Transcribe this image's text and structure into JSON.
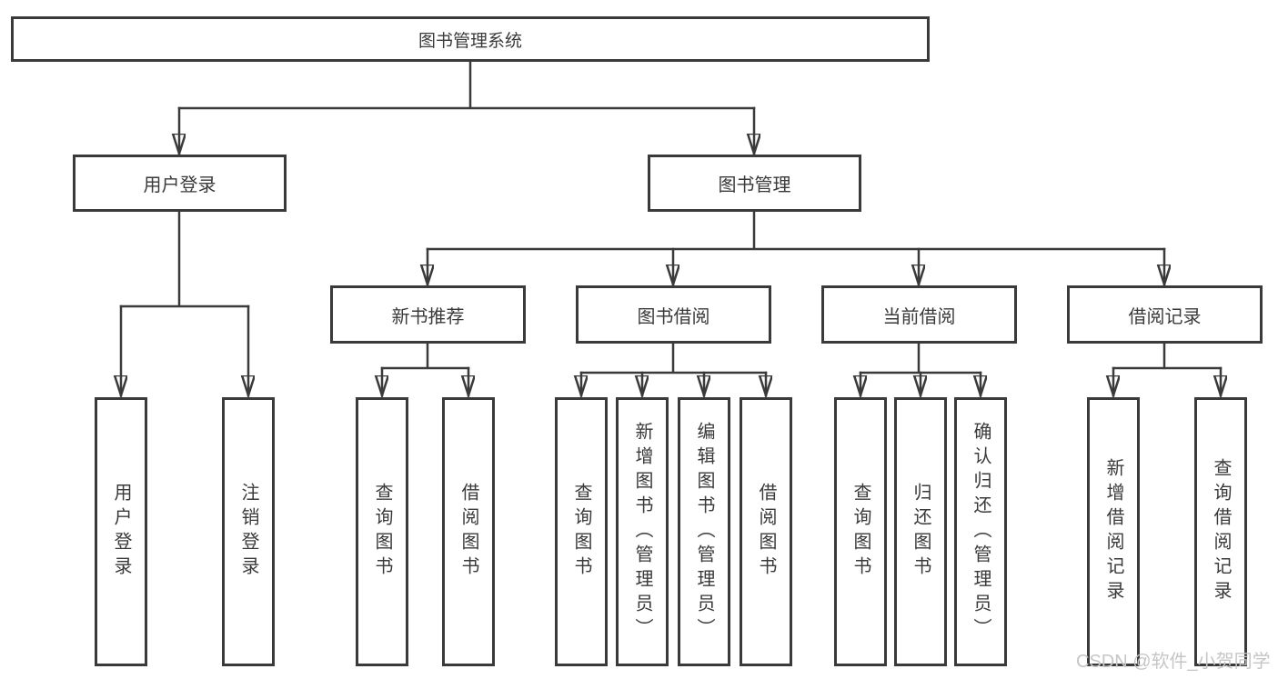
{
  "colors": {
    "line": "#3a3a3a",
    "text": "#3a3a3a",
    "watermark": "#c6c6c6",
    "bg": "#ffffff"
  },
  "root": {
    "label": "图书管理系统"
  },
  "level2": {
    "user_login": {
      "label": "用户登录"
    },
    "book_management": {
      "label": "图书管理"
    }
  },
  "level3": {
    "new_book": {
      "label": "新书推荐"
    },
    "book_borrow": {
      "label": "图书借阅"
    },
    "current_borrow": {
      "label": "当前借阅"
    },
    "borrow_records": {
      "label": "借阅记录"
    }
  },
  "leaves": {
    "user_login": [
      "用户登录",
      "注销登录"
    ],
    "new_book": [
      "查询图书",
      "借阅图书"
    ],
    "book_borrow": [
      "查询图书",
      "新增图书（管理员）",
      "编辑图书（管理员）",
      "借阅图书"
    ],
    "current_borrow": [
      "查询图书",
      "归还图书",
      "确认归还（管理员）"
    ],
    "borrow_records": [
      "新增借阅记录",
      "查询借阅记录"
    ]
  },
  "watermark": "CSDN @软件_小贺同学"
}
